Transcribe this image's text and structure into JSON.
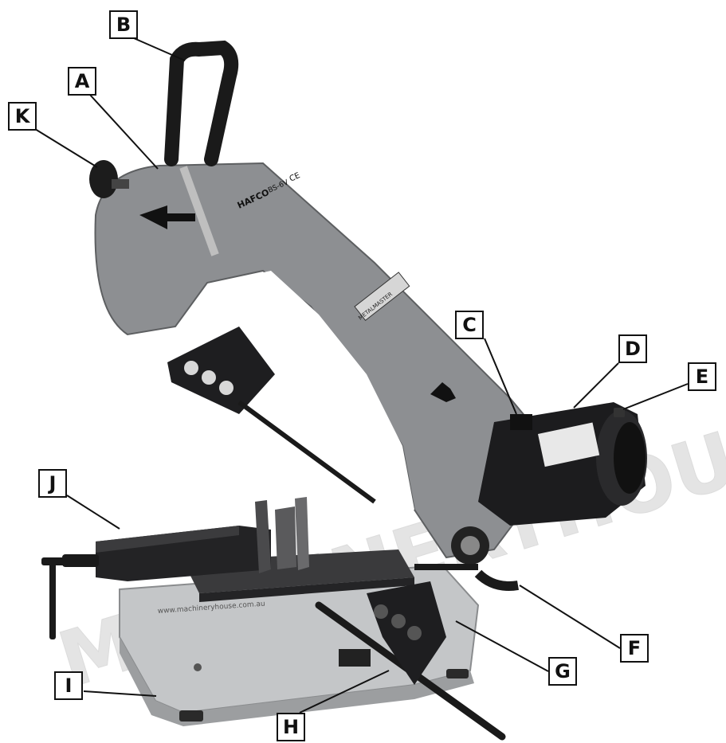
{
  "callouts": {
    "A": "A",
    "B": "B",
    "C": "C",
    "D": "D",
    "E": "E",
    "F": "F",
    "G": "G",
    "H": "H",
    "I": "I",
    "J": "J",
    "K": "K"
  },
  "watermark": "MACHINERYHOUSE",
  "machine_labels": {
    "brand": "HAFCO",
    "model": "BS-6V",
    "ce_mark": "CE",
    "brand_plate": "METALMASTER",
    "base_url": "www.machineryhouse.com.au"
  },
  "colors": {
    "casting_grey": "#8d8f92",
    "base_grey": "#c4c6c8",
    "motor_black": "#1c1c1e",
    "vice_black": "#222222",
    "label_border": "#111111",
    "watermark": "#e3e3e3"
  }
}
